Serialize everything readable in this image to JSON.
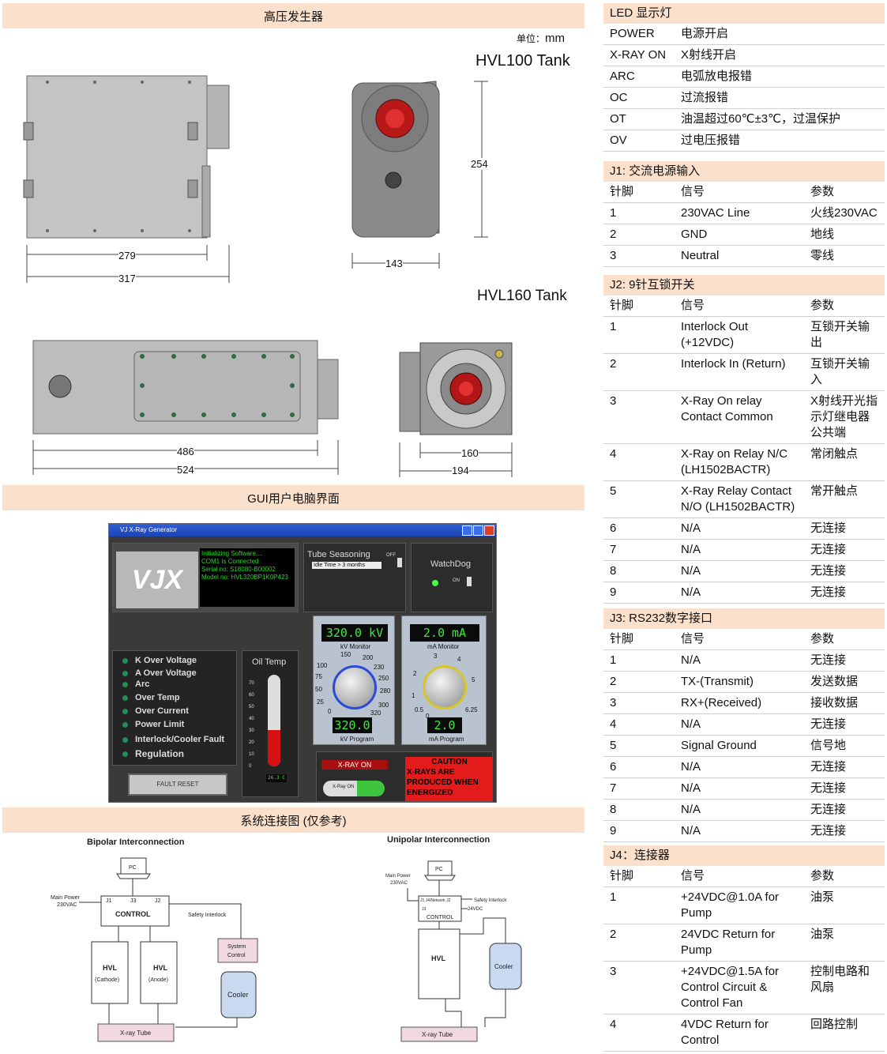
{
  "left": {
    "hv_title": "高压发生器",
    "unit_prefix": "单位：",
    "unit_value": "mm",
    "hvl100": {
      "label": "HVL100 Tank",
      "dim_279": "279",
      "dim_317": "317",
      "dim_254": "254",
      "dim_143": "143"
    },
    "hvl160": {
      "label": "HVL160 Tank",
      "dim_486": "486",
      "dim_524": "524",
      "dim_160": "160",
      "dim_194": "194"
    },
    "gui_title": "GUI用户电脑界面",
    "sys_title": "系统连接图 (仅参考)"
  },
  "gui": {
    "window_title": "VJ X-Ray Generator",
    "logo": "VJX",
    "status_lines": [
      "Initializing Software....",
      "COM1 Is Connected",
      "Serial no: S18080-B00002",
      "Model no: HVL320BP1K0P423"
    ],
    "tube_seasoning": "Tube Seasoning",
    "idle_time": "Idle Time > 3 months",
    "off": "OFF",
    "watchdog": "WatchDog",
    "on": "ON",
    "kv_value": "320.0 kV",
    "kv_monitor": "kV Monitor",
    "kv_program_value": "320.0",
    "kv_program": "kV Program",
    "kv_ticks": [
      "150",
      "200",
      "100",
      "230",
      "75",
      "250",
      "50",
      "280",
      "25",
      "300",
      "0",
      "320"
    ],
    "ma_value": "2.0 mA",
    "ma_monitor": "mA Monitor",
    "ma_program_value": "2.0",
    "ma_program": "mA Program",
    "ma_ticks": [
      "3",
      "4",
      "2",
      "5",
      "1",
      "6.25",
      "0.5",
      "0"
    ],
    "faults": [
      "K Over Voltage",
      "A Over Voltage",
      "Arc",
      "Over Temp",
      "Over Current",
      "Power Limit",
      "Interlock/Cooler Fault",
      "Regulation"
    ],
    "oil_temp": "Oil Temp",
    "oil_ticks": [
      "70",
      "60",
      "50",
      "40",
      "30",
      "20",
      "10",
      "0"
    ],
    "oil_value": "26.3 C",
    "fault_reset": "FAULT RESET",
    "xray_on_label": "X-RAY ON",
    "xray_on_button": "X-Ray ON",
    "caution": [
      "CAUTION",
      "X-RAYS ARE",
      "PRODUCED WHEN",
      "ENERGIZED"
    ]
  },
  "bipolar": {
    "title": "Bipolar Interconnection",
    "pc": "PC",
    "main_power": "Main Power",
    "vac": "230VAC",
    "j1": "J1",
    "j3": "J3",
    "j2": "J2",
    "control": "CONTROL",
    "safety": "Safety Interlock",
    "system_control": [
      "System",
      "Control"
    ],
    "hvl": "HVL",
    "cathode": "(Cathode)",
    "anode": "(Anode)",
    "cooler": "Cooler",
    "xray_tube": "X-ray Tube"
  },
  "unipolar": {
    "title": "Unipolar Interconnection",
    "pc": "PC",
    "main_power": "Main Power",
    "vac": "230VAC",
    "j_labels": "J1   J4/Network   J2",
    "j3": "J3",
    "control": "CONTROL",
    "safety": "Safety Interlock",
    "v24": "24VDC",
    "hvl": "HVL",
    "cooler": "Cooler",
    "xray_tube": "X-ray Tube"
  },
  "led": {
    "title": "LED 显示灯",
    "rows": [
      [
        "POWER",
        "电源开启"
      ],
      [
        "X-RAY ON",
        "X射线开启"
      ],
      [
        "ARC",
        "电弧放电报错"
      ],
      [
        "OC",
        "过流报错"
      ],
      [
        "OT",
        "油温超过60℃±3℃，过温保护"
      ],
      [
        "OV",
        "过电压报错"
      ]
    ]
  },
  "j1": {
    "title": "J1: 交流电源输入",
    "header": [
      "针脚",
      "信号",
      "参数"
    ],
    "rows": [
      [
        "1",
        "230VAC Line",
        "火线230VAC"
      ],
      [
        "2",
        "GND",
        "地线"
      ],
      [
        "3",
        "Neutral",
        "零线"
      ]
    ]
  },
  "j2": {
    "title": "J2: 9针互锁开关",
    "header": [
      "针脚",
      "信号",
      "参数"
    ],
    "rows": [
      [
        "1",
        "Interlock Out (+12VDC)",
        "互锁开关输出"
      ],
      [
        "2",
        "Interlock In (Return)",
        "互锁开关输入"
      ],
      [
        "3",
        "X-Ray On relay Contact Common",
        "X射线开光指示灯继电器公共端"
      ],
      [
        "4",
        "X-Ray on Relay N/C (LH1502BACTR)",
        "常闭触点"
      ],
      [
        "5",
        "X-Ray Relay Contact N/O (LH1502BACTR)",
        "常开触点"
      ],
      [
        "6",
        "N/A",
        "无连接"
      ],
      [
        "7",
        "N/A",
        "无连接"
      ],
      [
        "8",
        "N/A",
        "无连接"
      ],
      [
        "9",
        "N/A",
        "无连接"
      ]
    ]
  },
  "j3": {
    "title": "J3:  RS232数字接口",
    "header": [
      "针脚",
      "信号",
      "参数"
    ],
    "rows": [
      [
        "1",
        "N/A",
        "无连接"
      ],
      [
        "2",
        "TX-(Transmit)",
        "发送数据"
      ],
      [
        "3",
        "RX+(Received)",
        "接收数据"
      ],
      [
        "4",
        "N/A",
        "无连接"
      ],
      [
        "5",
        "Signal Ground",
        "信号地"
      ],
      [
        "6",
        "N/A",
        "无连接"
      ],
      [
        "7",
        "N/A",
        "无连接"
      ],
      [
        "8",
        "N/A",
        "无连接"
      ],
      [
        "9",
        "N/A",
        "无连接"
      ]
    ]
  },
  "j4": {
    "title": "J4：连接器",
    "header": [
      "针脚",
      "信号",
      "参数"
    ],
    "rows": [
      [
        "1",
        "+24VDC@1.0A for Pump",
        "油泵"
      ],
      [
        "2",
        "24VDC Return for Pump",
        "油泵"
      ],
      [
        "3",
        "+24VDC@1.5A for Control Circuit & Control Fan",
        "控制电路和风扇"
      ],
      [
        "4",
        "4VDC Return for Control",
        "回路控制"
      ]
    ]
  },
  "colors": {
    "band": "#fbe0cc",
    "lcd_green": "#3ee83e",
    "caution_red": "#e31b1b",
    "box_pink": "#efd8df",
    "cooler_blue": "#c9d9ef"
  }
}
